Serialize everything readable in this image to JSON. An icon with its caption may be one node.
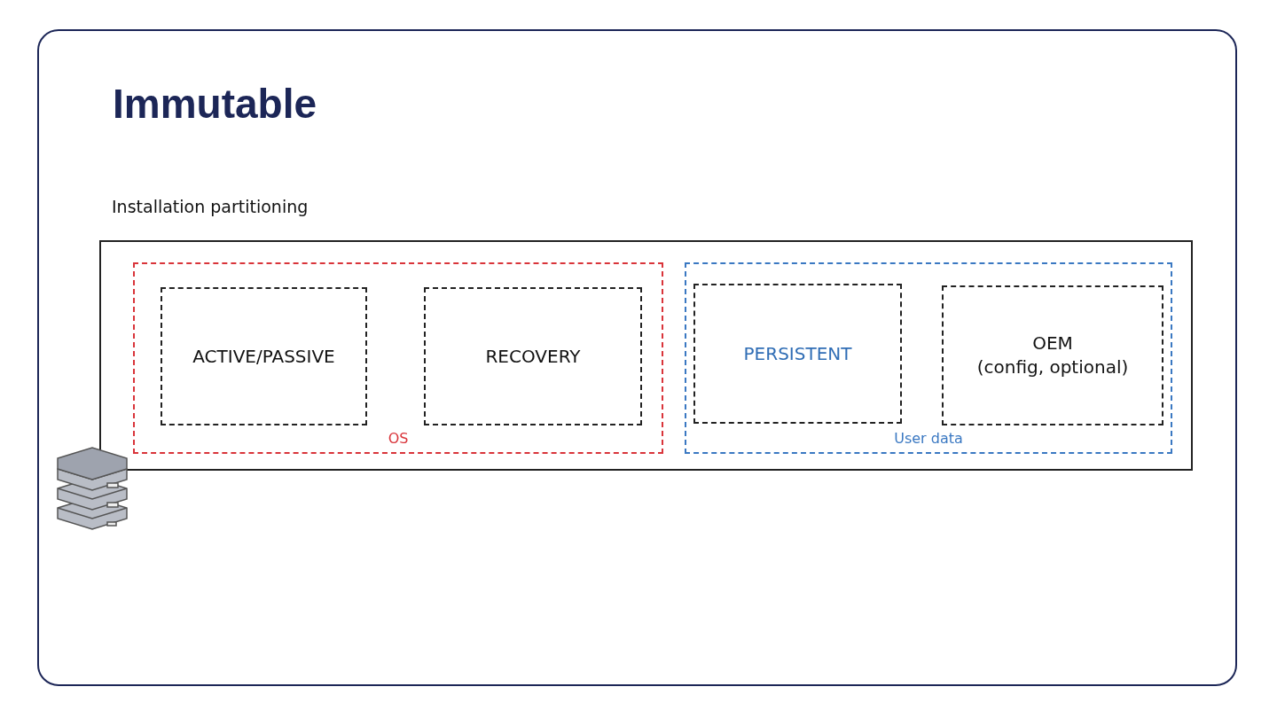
{
  "diagram": {
    "title": "Immutable",
    "nodes": [
      {
        "text": [
          "Installation partitioning"
        ]
      },
      {
        "text": [
          "OS"
        ],
        "in": 0
      },
      {
        "text": [
          "ACTIVE/PASSIVE"
        ],
        "in": 1
      },
      {
        "text": [
          "RECOVERY"
        ],
        "in": 1
      },
      {
        "text": [
          "User data"
        ],
        "in": 0
      },
      {
        "text": [
          "PERSISTENT"
        ],
        "in": 4
      },
      {
        "text": [
          "OEM",
          "(config, optional)"
        ],
        "in": 4
      }
    ],
    "edges": []
  }
}
